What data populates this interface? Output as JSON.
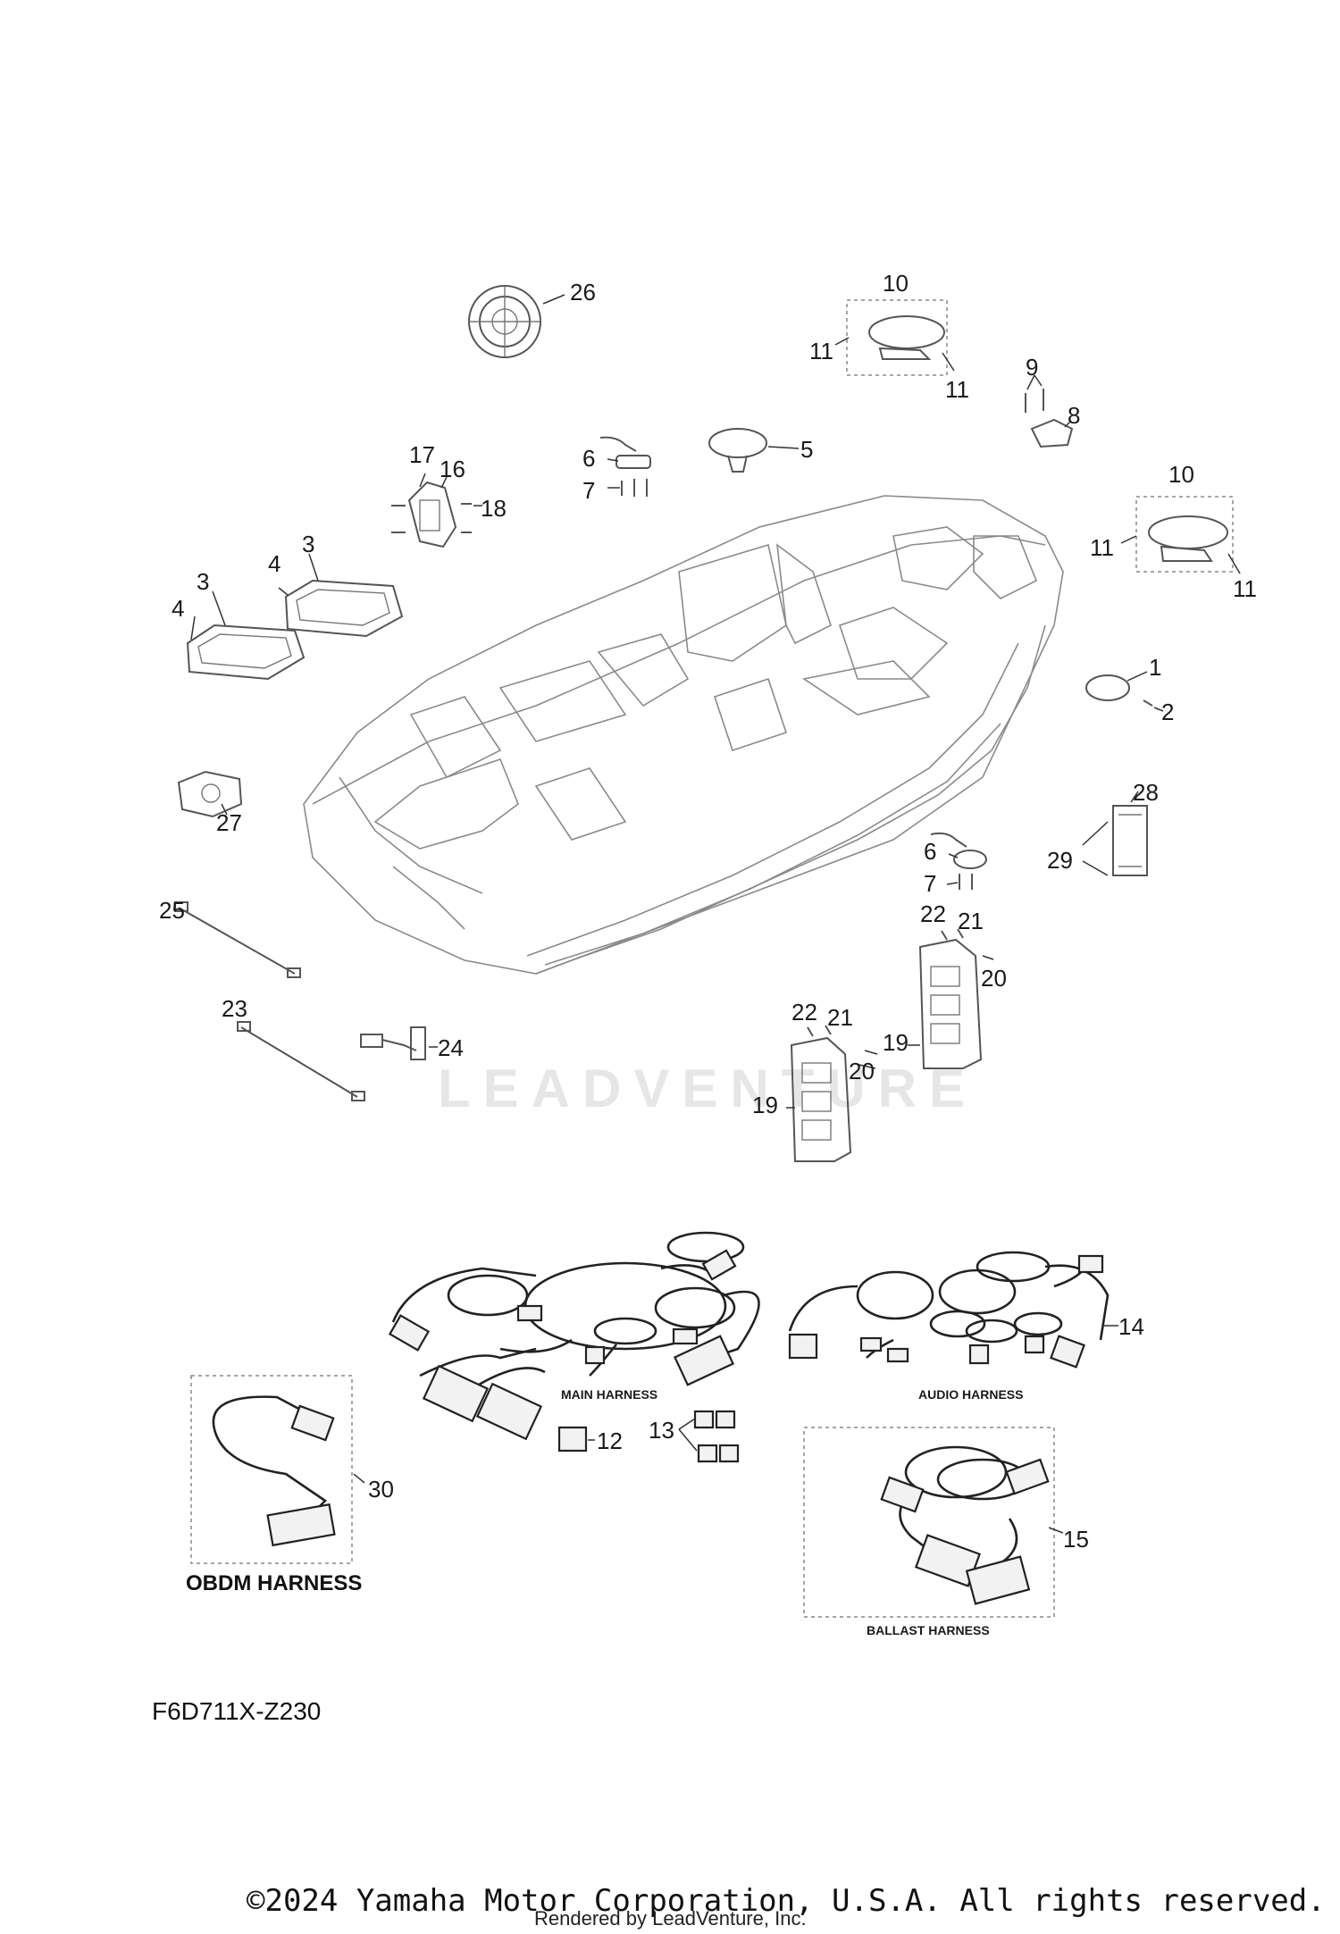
{
  "callouts": {
    "c1": "1",
    "c2": "2",
    "c3a": "3",
    "c3b": "3",
    "c4a": "4",
    "c4b": "4",
    "c5": "5",
    "c6a": "6",
    "c6b": "6",
    "c7a": "7",
    "c7b": "7",
    "c8": "8",
    "c9": "9",
    "c10a": "10",
    "c10b": "10",
    "c11a": "11",
    "c11b": "11",
    "c11c": "11",
    "c11d": "11",
    "c12": "12",
    "c13": "13",
    "c14": "14",
    "c15": "15",
    "c16": "16",
    "c17": "17",
    "c18": "18",
    "c19a": "19",
    "c19b": "19",
    "c20a": "20",
    "c20b": "20",
    "c21a": "21",
    "c21b": "21",
    "c22a": "22",
    "c22b": "22",
    "c23": "23",
    "c24": "24",
    "c25": "25",
    "c26": "26",
    "c27": "27",
    "c28": "28",
    "c29": "29",
    "c30": "30"
  },
  "harness_labels": {
    "main": "MAIN HARNESS",
    "audio": "AUDIO HARNESS",
    "ballast": "BALLAST HARNESS",
    "obdm": "OBDM HARNESS"
  },
  "watermark": "LEADVENTURE",
  "diagram_code": "F6D711X-Z230",
  "copyright": "©2024 Yamaha Motor Corporation, U.S.A. All rights reserved.",
  "rendered_by": "Rendered by LeadVenture, Inc."
}
